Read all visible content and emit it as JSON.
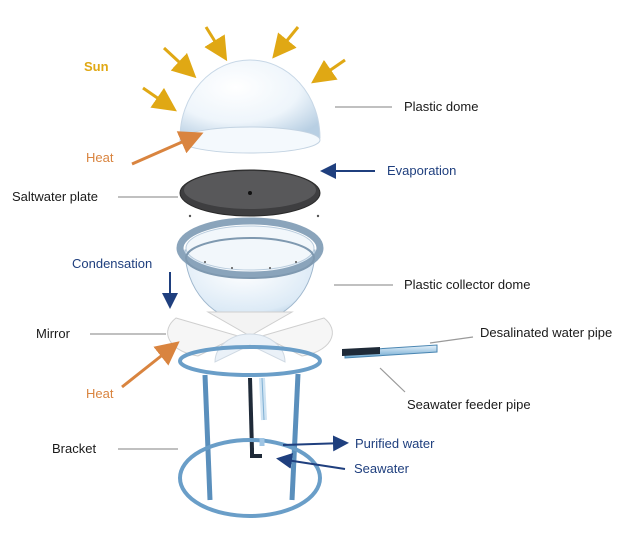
{
  "labels": {
    "sun": "Sun",
    "heat_top": "Heat",
    "plastic_dome": "Plastic dome",
    "evaporation": "Evaporation",
    "saltwater_plate": "Saltwater plate",
    "condensation": "Condensation",
    "plastic_collector_dome": "Plastic collector dome",
    "mirror": "Mirror",
    "desalinated_water_pipe": "Desalinated water pipe",
    "heat_bottom": "Heat",
    "seawater_feeder_pipe": "Seawater feeder pipe",
    "bracket": "Bracket",
    "purified_water": "Purified water",
    "seawater": "Seawater"
  },
  "colors": {
    "sun": "#e0a814",
    "heat": "#d9843f",
    "process_blue": "#1f3f7e",
    "leader_gray": "#9a9a9a",
    "text": "#1a1a1a",
    "pipe_blue": "#2e5f8c",
    "bracket_blue": "#6a9ec8"
  }
}
